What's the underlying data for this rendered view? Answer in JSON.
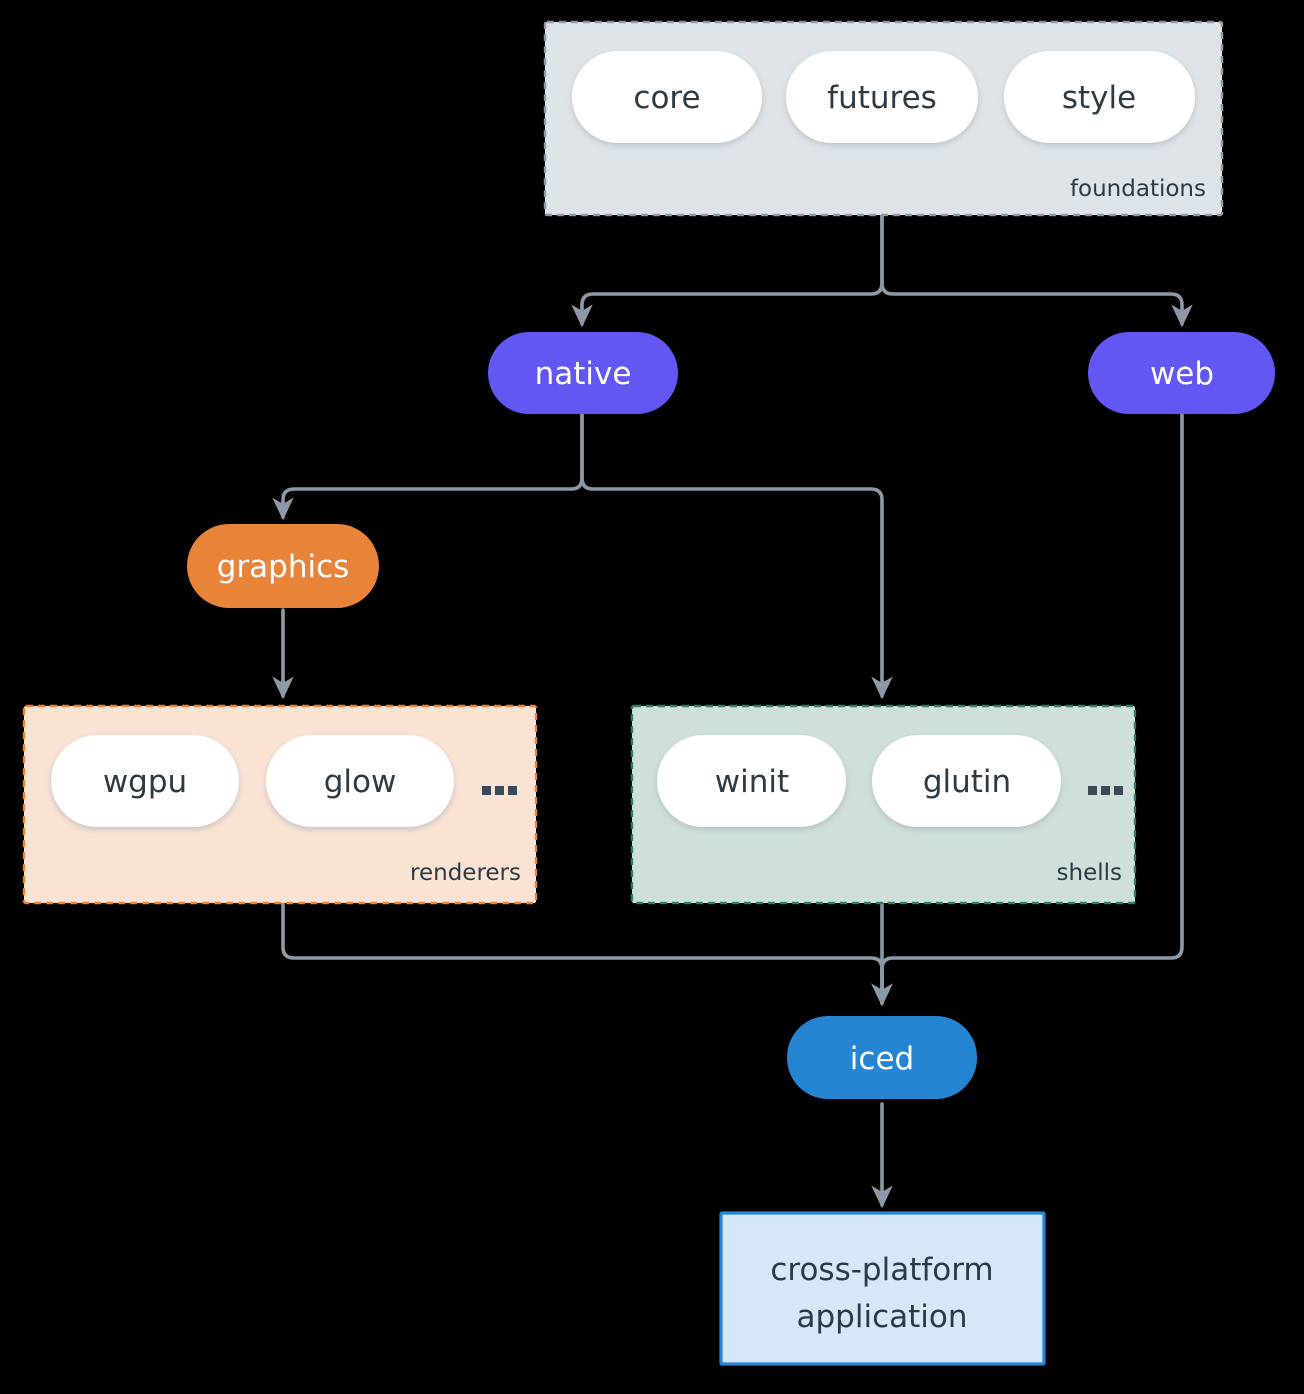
{
  "diagram": {
    "type": "layered-architecture-graph",
    "background_color": "#000000",
    "edge_color": "#8d99a6",
    "clusters": [
      {
        "id": "foundations",
        "label": "foundations",
        "fill": "#dfe4e8",
        "border_color": "#8d99a6",
        "border_style": "dashed",
        "items": [
          {
            "id": "core",
            "label": "core"
          },
          {
            "id": "futures",
            "label": "futures"
          },
          {
            "id": "style",
            "label": "style"
          }
        ],
        "ellipsis": false
      },
      {
        "id": "renderers",
        "label": "renderers",
        "fill": "#fbe3d4",
        "border_color": "#e8833a",
        "border_style": "dashed",
        "items": [
          {
            "id": "wgpu",
            "label": "wgpu"
          },
          {
            "id": "glow",
            "label": "glow"
          }
        ],
        "ellipsis": true,
        "ellipsis_label": "..."
      },
      {
        "id": "shells",
        "label": "shells",
        "fill": "#cfe0da",
        "border_color": "#2f7d6a",
        "border_style": "dashed",
        "items": [
          {
            "id": "winit",
            "label": "winit"
          },
          {
            "id": "glutin",
            "label": "glutin"
          }
        ],
        "ellipsis": true,
        "ellipsis_label": "..."
      }
    ],
    "nodes": [
      {
        "id": "native",
        "label": "native",
        "fill": "#6257f2",
        "text_color": "#ffffff",
        "shape": "pill"
      },
      {
        "id": "web",
        "label": "web",
        "fill": "#6257f2",
        "text_color": "#ffffff",
        "shape": "pill"
      },
      {
        "id": "graphics",
        "label": "graphics",
        "fill": "#e8833a",
        "text_color": "#ffffff",
        "shape": "pill"
      },
      {
        "id": "iced",
        "label": "iced",
        "fill": "#2585d3",
        "text_color": "#ffffff",
        "shape": "pill"
      },
      {
        "id": "application",
        "label_line1": "cross-platform",
        "label_line2": "application",
        "fill": "#d6e8f8",
        "border_color": "#2585d3",
        "text_color": "#2b3a45",
        "shape": "rectangle"
      }
    ],
    "edges": [
      {
        "from": "foundations",
        "to": "native"
      },
      {
        "from": "foundations",
        "to": "web"
      },
      {
        "from": "native",
        "to": "graphics"
      },
      {
        "from": "native",
        "to": "shells"
      },
      {
        "from": "graphics",
        "to": "renderers"
      },
      {
        "from": "renderers",
        "to": "iced"
      },
      {
        "from": "shells",
        "to": "iced"
      },
      {
        "from": "web",
        "to": "iced"
      },
      {
        "from": "iced",
        "to": "application"
      }
    ]
  }
}
